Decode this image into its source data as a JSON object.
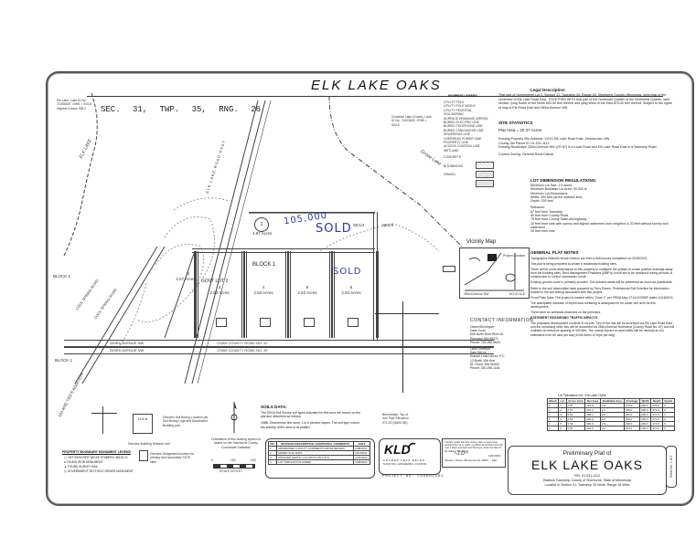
{
  "plat": {
    "title": "ELK LAKE OAKS",
    "section_line": "SEC. 31,  TWP. 35,  RNG. 26",
    "lake_label": "ELK LAKE",
    "grove_lake_label": "Grove Lake",
    "block_labels": [
      "BLOCK 1",
      "BLOCK 1",
      "BLOCK 1"
    ],
    "quarter_labels": [
      "NE1/4",
      "SE1/4"
    ],
    "road_labels": [
      "283RD AVENUE NW",
      "283RD AVENUE NW",
      "CSAH COUNTY ROAD NO. 87",
      "CSAH COUNTY ROAD NO. 87",
      "COOL SPRING ROAD",
      "COOL SPRING ROAD",
      "ELK LAKE ROAD EAST",
      "103 AND TED'S ADDITION"
    ],
    "lots": [
      {
        "number": "1",
        "area": "4.87 Acres"
      },
      {
        "number": "2",
        "area": "2.57 Acres"
      },
      {
        "number": "3",
        "area": "2.53 Acres",
        "note": "GOVT LOT 2"
      },
      {
        "number": "4",
        "area": "2.53 Acres"
      },
      {
        "number": "5",
        "area": "2.53 Acres"
      },
      {
        "number": "6",
        "area": "2.53 Acres"
      }
    ],
    "handwritten": {
      "price": "105,000",
      "sold_1": "SOLD",
      "sold_2": "SOLD"
    }
  },
  "legend": {
    "title": "MAPPING LEGEND",
    "items": [
      "UTILITY POLE",
      "UTILITY POLE W/GUY",
      "UTILITY PEDESTAL",
      "SOIL BORING",
      "SURFACE DRAINAGE ARROW",
      "BURIED ELECTRIC LINE",
      "BURIED TELEPHONE LINE",
      "BURIED TANK/WATER LINE",
      "SEWER/GAS LINE",
      "OVERHEAD POWER LINE",
      "PROPERTY LINE",
      "ACCESS CONTROL LINE",
      "WETLAND",
      "CONCRETE",
      "BITUMINOUS",
      "GRAVEL"
    ]
  },
  "legal": {
    "heading": "Legal Description",
    "text": "That part of Government Lot 2, Section 31, Township 35, Range 26, Sherburne County, Minnesota, lying east of the centerline of Elk Lake Road East. TOGETHER WITH that part of the Northeast Quarter of the Northwest Quarter, said section, lying South of the North 600.00 feet thereof and lying West of the East 875.00 feet thereof. Subject to the rights of way of Elk Road East and 283rd Avenue NW."
  },
  "site_statistics": {
    "heading": "SITE STATISTICS",
    "plat_area": "Plat Area = 20.37 Acres",
    "address": "Existing Property Site Address: XXXX Elk Lake Road East, Zimmerman, MN",
    "tax_parcel": "County Tax Parcel ID: 01-031-1112",
    "roadways": "Existing Roadways: 283rd Avenue NW (CR 87) is a Local Road and Elk Lake Road East is a Township Road",
    "zoning": "Current Zoning: General Rural District"
  },
  "lot_dimension": {
    "heading": "LOT DIMENSION REGULATIONS:",
    "lines": [
      "Minimum Lot Size: 2.5 acres",
      "Minimum Buildable Lot Area: 40,000 sf",
      "Minimum Lot Dimensions:",
      "Width: 200 feet (at the setback line)",
      "Depth: 200 feet"
    ],
    "setbacks_heading": "Setbacks:",
    "setbacks": [
      "67 feet from Township",
      "50 feet from County Road",
      "75 feet from County State-aid-highway",
      "10 feet from side with survey and signed statement from neighbor & 20 feet without survey and statement",
      "25 feet from rear"
    ]
  },
  "vicinity": {
    "heading": "Vicinity Map",
    "project_location": "Project Location",
    "caption_left": "283rd Avenue NW",
    "caption_right": "NO SCALE"
  },
  "general_notes": {
    "heading": "GENERAL PLAT NOTES",
    "paragraphs": [
      "Topographic features shown hereon are from a field survey completed on 02/05/2021.",
      "This plat is being prepared to create 6 residential building sites.",
      "There will be some disturbance to this property to configure the grades to create positive drainage away from the building sites. Best Management Practices (BMP's) runoff are to be practiced during periods of construction to control stormwater runoff.",
      "Existing ground cover is primarily wooded. The wooded areas will be preserved as much as practicable.",
      "Refer to the soil observation data prepared by Terry Raven, Professional Soil Scientist for information related to the soil testing associated with this project.",
      "Flood Plain Data: The project is located within \"Zone X\" per FEMA Map 27141C0280F dated 11/16/2011.",
      "The anticipated increase of impervious surfacing is anticipated to be under one acre for this development.",
      "There were no wetlands observed on the premises."
    ],
    "traffic_heading": "STATEMENT REGARDING TRAFFIC IMPACTS",
    "traffic_text": "The proposed development consists of six lots. Two of the lots will be accessed via Elk Lake Road East and the remaining other lots will be accessed via 283rd Avenue Northwest (County Road No. 87) and will maintain an entrance spacing of 330 feet. The overall impact on area traffic will be minimal as it is estimated to be 60 cars per day (6 lots times 10 trips per day)."
  },
  "contact": {
    "heading": "CONTACT INFORMATION",
    "owner_label": "Owner/Developer:",
    "owner_lines": [
      "Dave Cook",
      "605 North Rum River Dr.",
      "Princeton MN 55371",
      "Phone: 763-280-9620"
    ],
    "surveyor_label": "Land Surveyor:",
    "surveyor_lines": [
      "Sam DeLeo",
      "Kramer Leas DeLeo, P.C.",
      "13 North 11th Ave.",
      "St. Cloud, MN 56303",
      "Phone: 320-255-1164"
    ]
  },
  "lot_table": {
    "title": "Lot Tabulation for: Elk Lake Oaks",
    "columns": [
      "Block",
      "Lot",
      "Gross Area",
      "Net Area",
      "Buildable Area",
      "Frontage",
      "Width",
      "Depth",
      "Septic"
    ],
    "rows": [
      [
        "1",
        "1",
        "4.87",
        "210.8",
        "4.6",
        "373.0",
        "200.0",
        "475.0",
        "X"
      ],
      [
        "1",
        "2",
        "2.57",
        "201.4",
        "2.4",
        "315.0",
        "200.0",
        "471.0",
        "X"
      ],
      [
        "1",
        "3",
        "2.53",
        "198.2",
        "2.5",
        "323.0",
        "200.0",
        "471.0",
        "X"
      ],
      [
        "1",
        "4",
        "2.53",
        "200.0",
        "2.5",
        "333.0",
        "200.0",
        "471.0",
        "X"
      ],
      [
        "1",
        "5",
        "2.53",
        "200.0",
        "2.5",
        "340.0",
        "200.0",
        "471.0",
        "X"
      ],
      [
        "1",
        "6",
        "2.53",
        "202.6",
        "2.5",
        "344.0",
        "200.0",
        "471.0",
        "X"
      ]
    ]
  },
  "soils": {
    "heading": "SOILS DATA:",
    "text1": "The SSSA Soil Survey soil types indicated for this area are shown on the plat and described as follows:",
    "text2": "158B: Zimmerman fine sand, 1 to 6 percent slopes. The soil type covers the entirety of the area to be platted."
  },
  "revisions": {
    "header": [
      "NO.",
      "REVISION DESCRIPTION / ADDITIONAL COMMENTS",
      "DATE"
    ],
    "rows": [
      [
        "1",
        "ADDRESSED COUNTY COMMENTS FROM REVIEW",
        "2/08/2021"
      ],
      [
        "2",
        "ADDED SOIL DATA",
        "2/11/2021"
      ],
      [
        "3",
        "UPDATED SEPTIC LOCATION ON LOTS",
        "2/26/2021"
      ],
      [
        "4",
        "LOT TABULATION ADDED",
        "3/08/2021"
      ]
    ]
  },
  "firm": {
    "logo": "KLD",
    "name": "KRAMER LEAS DELEO",
    "tagline": "SURVEYING • ENGINEERING • PLANNING",
    "project_no": "PROJECT NO. COOKH2101"
  },
  "certification": {
    "text": "I hereby certify that this survey, plan, or report was prepared by me or under my direct supervision and that I am a duly Licensed Land Surveyor under the laws of the State of Minnesota.",
    "signer": "Samuel J. DeLeo, MN License No. 42815",
    "date": "11/01/2021",
    "date_label": "Date"
  },
  "title_block": {
    "prefix": "Preliminary Plat of",
    "name": "ELK LAKE OAKS",
    "pid": "PID: 01-031-1112",
    "location1": "Baldwin Township, County of Sherburne, State of Minnesota",
    "location2": "Located in Section 31, Township 35 North, Range 26 West",
    "sheet": "Sheet No. 1 of 2"
  },
  "boundary_legend": {
    "heading": "PROPERTY BOUNDARY MONUMENT LEGEND",
    "items": [
      "SET IRON PIPE W/CAP STAMPED 48215 LS",
      "FOUND IRON MONUMENT",
      "FOUND SURVEY NAIL",
      "GOVERNMENT SECTION CORNER MONUMENT"
    ]
  },
  "misc_notes": {
    "septic_label": "Denotes Soil Boring Location per Soil Boring Logs and Bordinated Building pad",
    "setback_line": "Denotes Building Setback Line",
    "septic_sites": "Denotes Designated location for primary and secondary SSTS sites",
    "benchmark": "Benchmark: Top of Iron Pipe Elevation 974.23 (NAVD 88)",
    "bearing_note": "Orientation of this bearing system is based on the Sherburne County Coordinate Database",
    "scale_label": "SCALE IN FEET",
    "scale_ticks": [
      "0",
      "100",
      "200"
    ],
    "elk_lake_info": "Elk Lake, Lake ID No. 71005400, OHW = 934.8, Highest Known 938.2",
    "grove_lake_info": "Grovelad Lake (Grove), Lake ID No. 71003600, OHW = 934.8",
    "north_arrow": "N"
  }
}
